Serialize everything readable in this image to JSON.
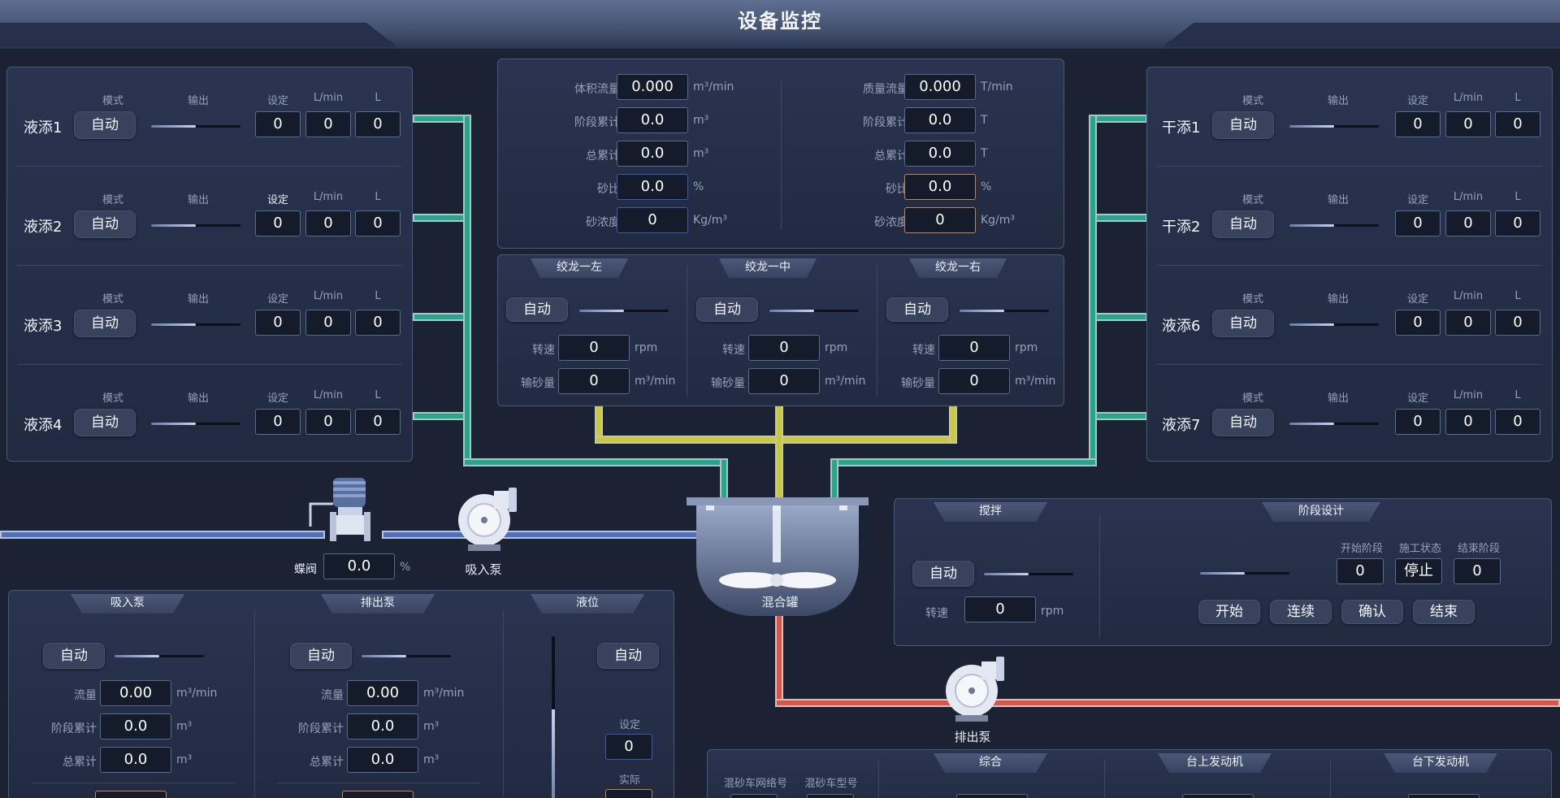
{
  "title": "设备监控",
  "left_panel": {
    "headers": {
      "mode": "模式",
      "output": "输出",
      "set": "设定",
      "lmin": "L/min",
      "l": "L"
    },
    "header_set_alt": "设定",
    "rows": [
      {
        "name": "液添1",
        "mode": "自动",
        "set": "0",
        "lmin": "0",
        "l": "0"
      },
      {
        "name": "液添2",
        "mode": "自动",
        "set": "0",
        "lmin": "0",
        "l": "0"
      },
      {
        "name": "液添3",
        "mode": "自动",
        "set": "0",
        "lmin": "0",
        "l": "0"
      },
      {
        "name": "液添4",
        "mode": "自动",
        "set": "0",
        "lmin": "0",
        "l": "0"
      }
    ]
  },
  "right_panel": {
    "headers": {
      "mode": "模式",
      "output": "输出",
      "set": "设定",
      "lmin": "L/min",
      "l": "L"
    },
    "rows": [
      {
        "name": "干添1",
        "mode": "自动",
        "set": "0",
        "lmin": "0",
        "l": "0"
      },
      {
        "name": "干添2",
        "mode": "自动",
        "set": "0",
        "lmin": "0",
        "l": "0"
      },
      {
        "name": "液添6",
        "mode": "自动",
        "set": "0",
        "lmin": "0",
        "l": "0"
      },
      {
        "name": "液添7",
        "mode": "自动",
        "set": "0",
        "lmin": "0",
        "l": "0"
      }
    ]
  },
  "flow_panel": {
    "left": [
      {
        "label": "体积流量",
        "value": "0.000",
        "unit": "m³/min"
      },
      {
        "label": "阶段累计",
        "value": "0.0",
        "unit": "m³"
      },
      {
        "label": "总累计",
        "value": "0.0",
        "unit": "m³"
      },
      {
        "label": "砂比",
        "value": "0.0",
        "unit": "%"
      },
      {
        "label": "砂浓度",
        "value": "0",
        "unit": "Kg/m³"
      }
    ],
    "right": [
      {
        "label": "质量流量",
        "value": "0.000",
        "unit": "T/min"
      },
      {
        "label": "阶段累计",
        "value": "0.0",
        "unit": "T"
      },
      {
        "label": "总累计",
        "value": "0.0",
        "unit": "T"
      },
      {
        "label": "砂比",
        "value": "0.0",
        "unit": "%"
      },
      {
        "label": "砂浓度",
        "value": "0",
        "unit": "Kg/m³"
      }
    ]
  },
  "augers": [
    {
      "title": "绞龙一左",
      "mode": "自动",
      "speed_label": "转速",
      "speed": "0",
      "speed_unit": "rpm",
      "sand_label": "输砂量",
      "sand": "0",
      "sand_unit": "m³/min"
    },
    {
      "title": "绞龙一中",
      "mode": "自动",
      "speed_label": "转速",
      "speed": "0",
      "speed_unit": "rpm",
      "sand_label": "输砂量",
      "sand": "0",
      "sand_unit": "m³/min"
    },
    {
      "title": "绞龙一右",
      "mode": "自动",
      "speed_label": "转速",
      "speed": "0",
      "speed_unit": "rpm",
      "sand_label": "输砂量",
      "sand": "0",
      "sand_unit": "m³/min"
    }
  ],
  "valve": {
    "label": "蝶阀",
    "value": "0.0",
    "unit": "%"
  },
  "suction_pump_label": "吸入泵",
  "mix_tank_label": "混合罐",
  "discharge_pump_label": "排出泵",
  "stir_panel": {
    "stir_title": "搅拌",
    "stage_title": "阶段设计",
    "mode": "自动",
    "speed_label": "转速",
    "speed": "0",
    "speed_unit": "rpm",
    "start_stage_label": "开始阶段",
    "start_stage": "0",
    "status_label": "施工状态",
    "status": "停止",
    "end_stage_label": "结束阶段",
    "end_stage": "0",
    "buttons": [
      "开始",
      "连续",
      "确认",
      "结束"
    ]
  },
  "pump_panel": {
    "suction": {
      "title": "吸入泵",
      "mode": "自动",
      "flow_label": "流量",
      "flow": "0.00",
      "flow_unit": "m³/min",
      "stage_label": "阶段累计",
      "stage": "0.0",
      "stage_unit": "m³",
      "total_label": "总累计",
      "total": "0.0",
      "total_unit": "m³"
    },
    "discharge": {
      "title": "排出泵",
      "mode": "自动",
      "flow_label": "流量",
      "flow": "0.00",
      "flow_unit": "m³/min",
      "stage_label": "阶段累计",
      "stage": "0.0",
      "stage_unit": "m³",
      "total_label": "总累计",
      "total": "0.0",
      "total_unit": "m³"
    },
    "level": {
      "title": "液位",
      "mode": "自动",
      "set_label": "设定",
      "set": "0",
      "actual_label": "实际"
    }
  },
  "bottom_panel": {
    "net_label": "混砂车网络号",
    "type_label": "混砂车型号",
    "tabs": [
      "综合",
      "台上发动机",
      "台下发动机"
    ]
  }
}
